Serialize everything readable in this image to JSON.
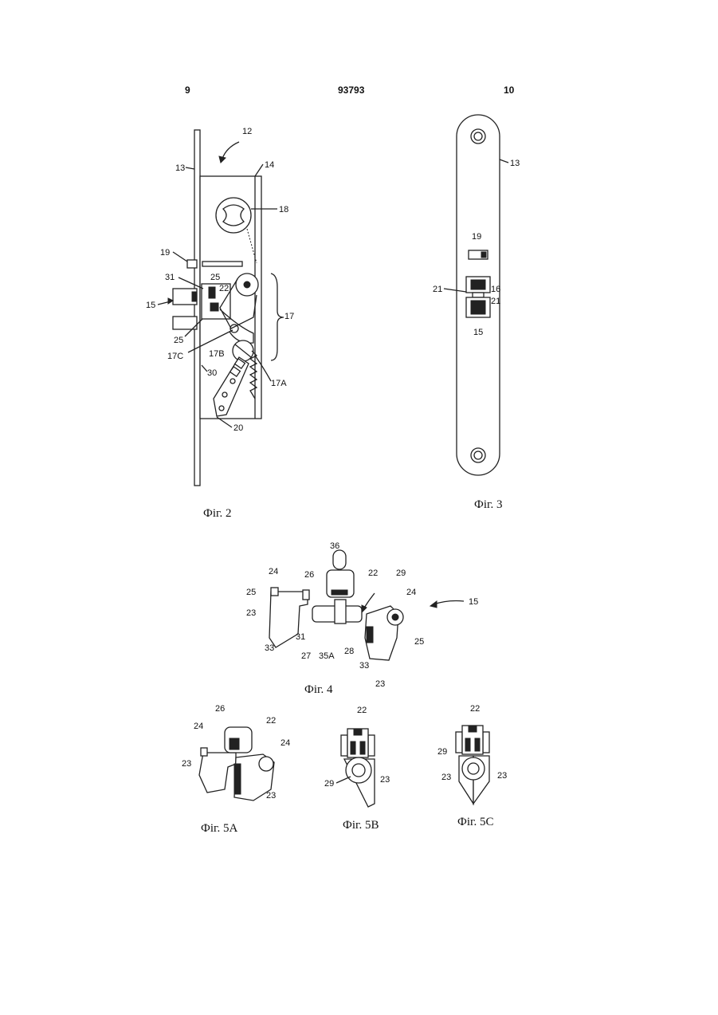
{
  "header": {
    "left_page": "9",
    "patent_number": "93793",
    "right_page": "10"
  },
  "captions": {
    "fig2": "Фіг. 2",
    "fig3": "Фіг. 3",
    "fig4": "Фіг. 4",
    "fig5a": "Фіг. 5A",
    "fig5b": "Фіг. 5B",
    "fig5c": "Фіг. 5C"
  },
  "fig2_labels": {
    "l12": "12",
    "l13": "13",
    "l14": "14",
    "l18": "18",
    "l19": "19",
    "l31": "31",
    "l25a": "25",
    "l22": "22",
    "l15": "15",
    "l17": "17",
    "l25b": "25",
    "l17c": "17C",
    "l17b": "17B",
    "l30": "30",
    "l17a": "17A",
    "l20": "20"
  },
  "fig3_labels": {
    "l13": "13",
    "l19": "19",
    "l21a": "21",
    "l16": "16",
    "l21b": "21",
    "l15": "15"
  },
  "fig4_labels": {
    "l36": "36",
    "l24a": "24",
    "l26": "26",
    "l22": "22",
    "l29": "29",
    "l25a": "25",
    "l24b": "24",
    "l15": "15",
    "l23a": "23",
    "l31": "31",
    "l25b": "25",
    "l33a": "33",
    "l27": "27",
    "l35a": "35A",
    "l28": "28",
    "l33b": "33",
    "l23b": "23"
  },
  "fig5a_labels": {
    "l26": "26",
    "l22": "22",
    "l24a": "24",
    "l24b": "24",
    "l23a": "23",
    "l23b": "23"
  },
  "fig5b_labels": {
    "l22": "22",
    "l29": "29",
    "l23": "23"
  },
  "fig5c_labels": {
    "l22": "22",
    "l29": "29",
    "l23a": "23",
    "l23b": "23"
  }
}
